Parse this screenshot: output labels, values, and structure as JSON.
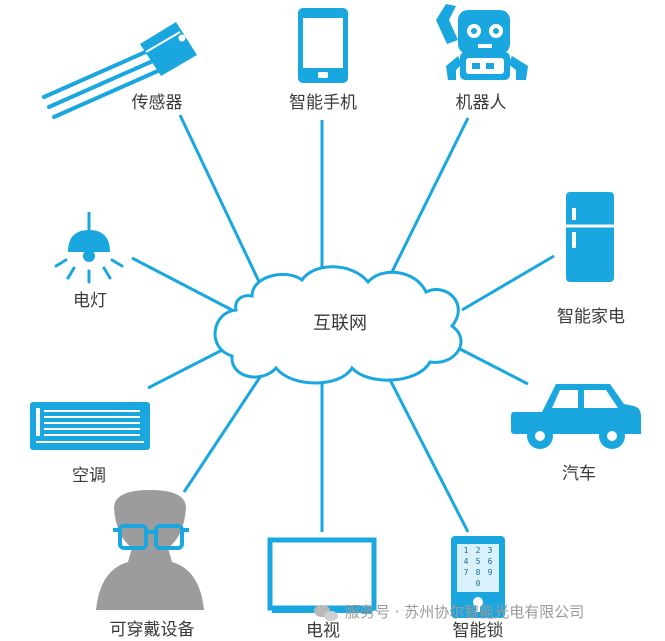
{
  "center": {
    "label": "互联网"
  },
  "nodes": [
    {
      "id": "sensor",
      "label": "传感器",
      "icon": "sensor-icon"
    },
    {
      "id": "phone",
      "label": "智能手机",
      "icon": "smartphone-icon"
    },
    {
      "id": "robot",
      "label": "机器人",
      "icon": "robot-icon"
    },
    {
      "id": "lamp",
      "label": "电灯",
      "icon": "lamp-icon"
    },
    {
      "id": "appliance",
      "label": "智能家电",
      "icon": "refrigerator-icon"
    },
    {
      "id": "ac",
      "label": "空调",
      "icon": "air-conditioner-icon"
    },
    {
      "id": "car",
      "label": "汽车",
      "icon": "car-icon"
    },
    {
      "id": "wearable",
      "label": "可穿戴设备",
      "icon": "wearable-person-icon"
    },
    {
      "id": "tv",
      "label": "电视",
      "icon": "tv-icon"
    },
    {
      "id": "lock",
      "label": "智能锁",
      "icon": "smart-lock-icon"
    }
  ],
  "lock_keys": [
    "1",
    "2",
    "3",
    "4",
    "5",
    "6",
    "7",
    "8",
    "9",
    "0"
  ],
  "watermark": {
    "text": "服务号 · 苏州协尔智能光电有限公司",
    "icon": "wechat-icon"
  },
  "colors": {
    "accent": "#1aa7e0",
    "text": "#3a3a3a",
    "person": "#9c9c9c"
  }
}
